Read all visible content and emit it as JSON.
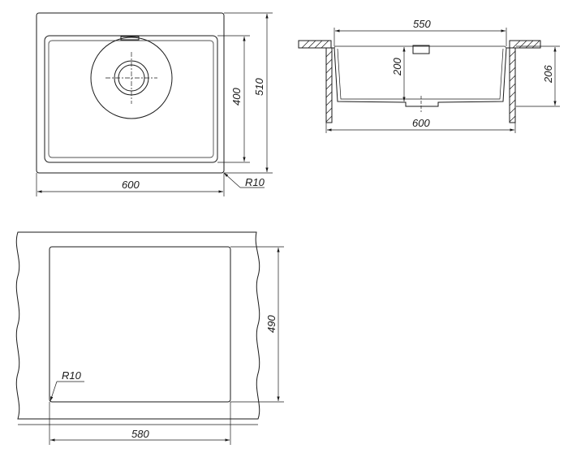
{
  "top_view": {
    "width_label": "600",
    "height_label": "510",
    "inner_height_label": "400",
    "radius_label": "R10"
  },
  "side_view": {
    "inner_width_label": "550",
    "outer_width_label": "600",
    "depth_label": "200",
    "total_depth_label": "206"
  },
  "cutout_view": {
    "height_label": "490",
    "width_label": "580",
    "radius_label": "R10"
  }
}
